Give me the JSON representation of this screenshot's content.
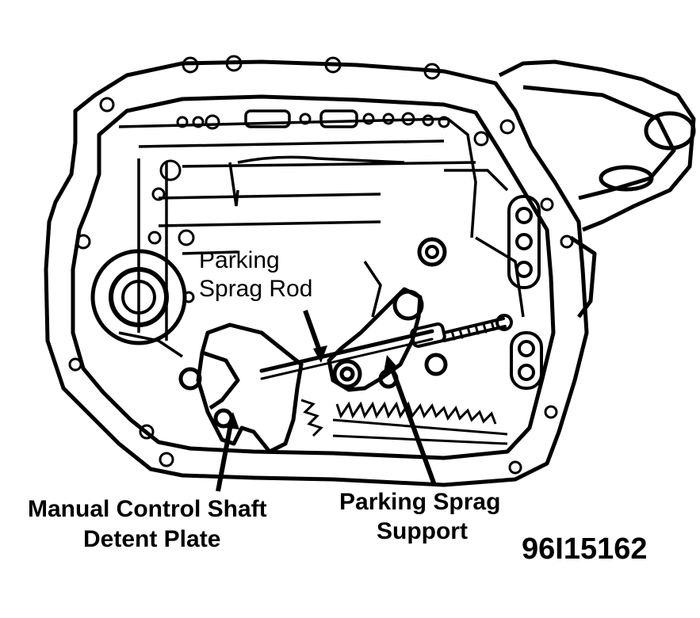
{
  "labels": {
    "parking_sprag_rod_line1": "Parking",
    "parking_sprag_rod_line2": "Sprag Rod",
    "detent_plate_line1": "Manual Control Shaft",
    "detent_plate_line2": "Detent Plate",
    "sprag_support_line1": "Parking Sprag",
    "sprag_support_line2": "Support"
  },
  "figure_id": "96I15162",
  "colors": {
    "ink": "#000000",
    "paper": "#ffffff"
  }
}
